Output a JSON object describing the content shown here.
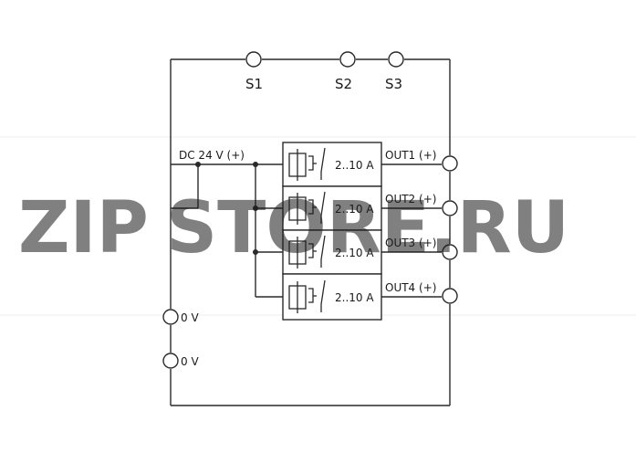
{
  "diagram": {
    "top_terminals": [
      {
        "id": "s1",
        "label": "S1"
      },
      {
        "id": "s2",
        "label": "S2"
      },
      {
        "id": "s3",
        "label": "S3"
      }
    ],
    "supply_label": "DC 24 V (+)",
    "ground_terminals": [
      {
        "id": "gnd1",
        "label": "0 V"
      },
      {
        "id": "gnd2",
        "label": "0 V"
      }
    ],
    "channels": [
      {
        "id": "ch1",
        "rating": "2..10 A",
        "output_label": "OUT1 (+)"
      },
      {
        "id": "ch2",
        "rating": "2..10 A",
        "output_label": "OUT2 (+)"
      },
      {
        "id": "ch3",
        "rating": "2..10 A",
        "output_label": "OUT3 (+)"
      },
      {
        "id": "ch4",
        "rating": "2..10 A",
        "output_label": "OUT4 (+)"
      }
    ]
  },
  "watermark": {
    "text_left": "ZIP",
    "text_right": "STORE.RU",
    "color_left": "#f6b26b",
    "color_right": "#b0b0b0"
  }
}
